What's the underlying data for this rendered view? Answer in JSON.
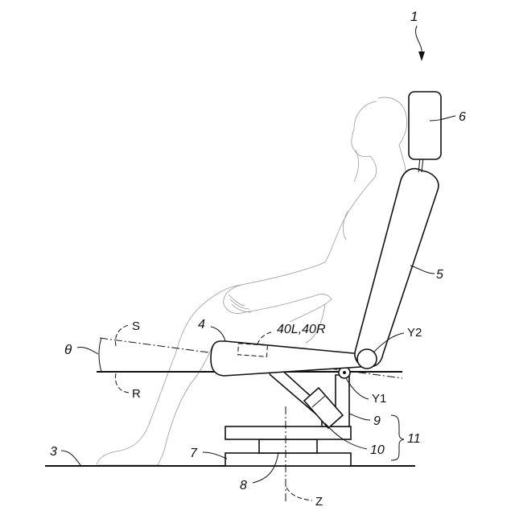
{
  "figure": {
    "reference_numeral": "1",
    "labels": {
      "floor": "3",
      "seat_cushion": "4",
      "seat_back": "5",
      "headrest": "6",
      "base_plate": "7",
      "pedestal": "8",
      "lift_arm": "9",
      "actuator": "10",
      "lift_mechanism": "11",
      "sensors": "40L,40R",
      "angle": "θ",
      "line_s": "S",
      "line_r": "R",
      "pivot_y1": "Y1",
      "pivot_y2": "Y2",
      "axis_z": "Z"
    }
  }
}
